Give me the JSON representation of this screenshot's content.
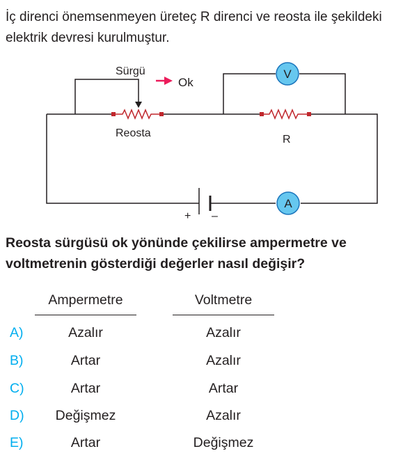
{
  "intro_text": "İç direnci önemsenmeyen üreteç R direnci ve reosta ile şekildeki elektrik devresi kurulmuştur.",
  "circuit": {
    "slider_label": "Sürgü",
    "arrow_label": "Ok",
    "rheostat_label": "Reosta",
    "resistor_label": "R",
    "voltmeter_symbol": "V",
    "ammeter_symbol": "A",
    "battery_plus": "+",
    "battery_minus": "–"
  },
  "question_text": "Reosta sürgüsü ok yönünde çekilirse ampermetre ve voltmetrenin gösterdiği değerler nasıl değişir?",
  "columns": [
    "Ampermetre",
    "Voltmetre"
  ],
  "options": [
    {
      "letter": "A)",
      "ammeter": "Azalır",
      "voltmeter": "Azalır"
    },
    {
      "letter": "B)",
      "ammeter": "Artar",
      "voltmeter": "Azalır"
    },
    {
      "letter": "C)",
      "ammeter": "Artar",
      "voltmeter": "Artar"
    },
    {
      "letter": "D)",
      "ammeter": "Değişmez",
      "voltmeter": "Azalır"
    },
    {
      "letter": "E)",
      "ammeter": "Artar",
      "voltmeter": "Değişmez"
    }
  ],
  "colors": {
    "accent": "#00aeef",
    "arrow": "#ec1c5b",
    "resistor": "#c0272d",
    "text": "#231f20"
  }
}
